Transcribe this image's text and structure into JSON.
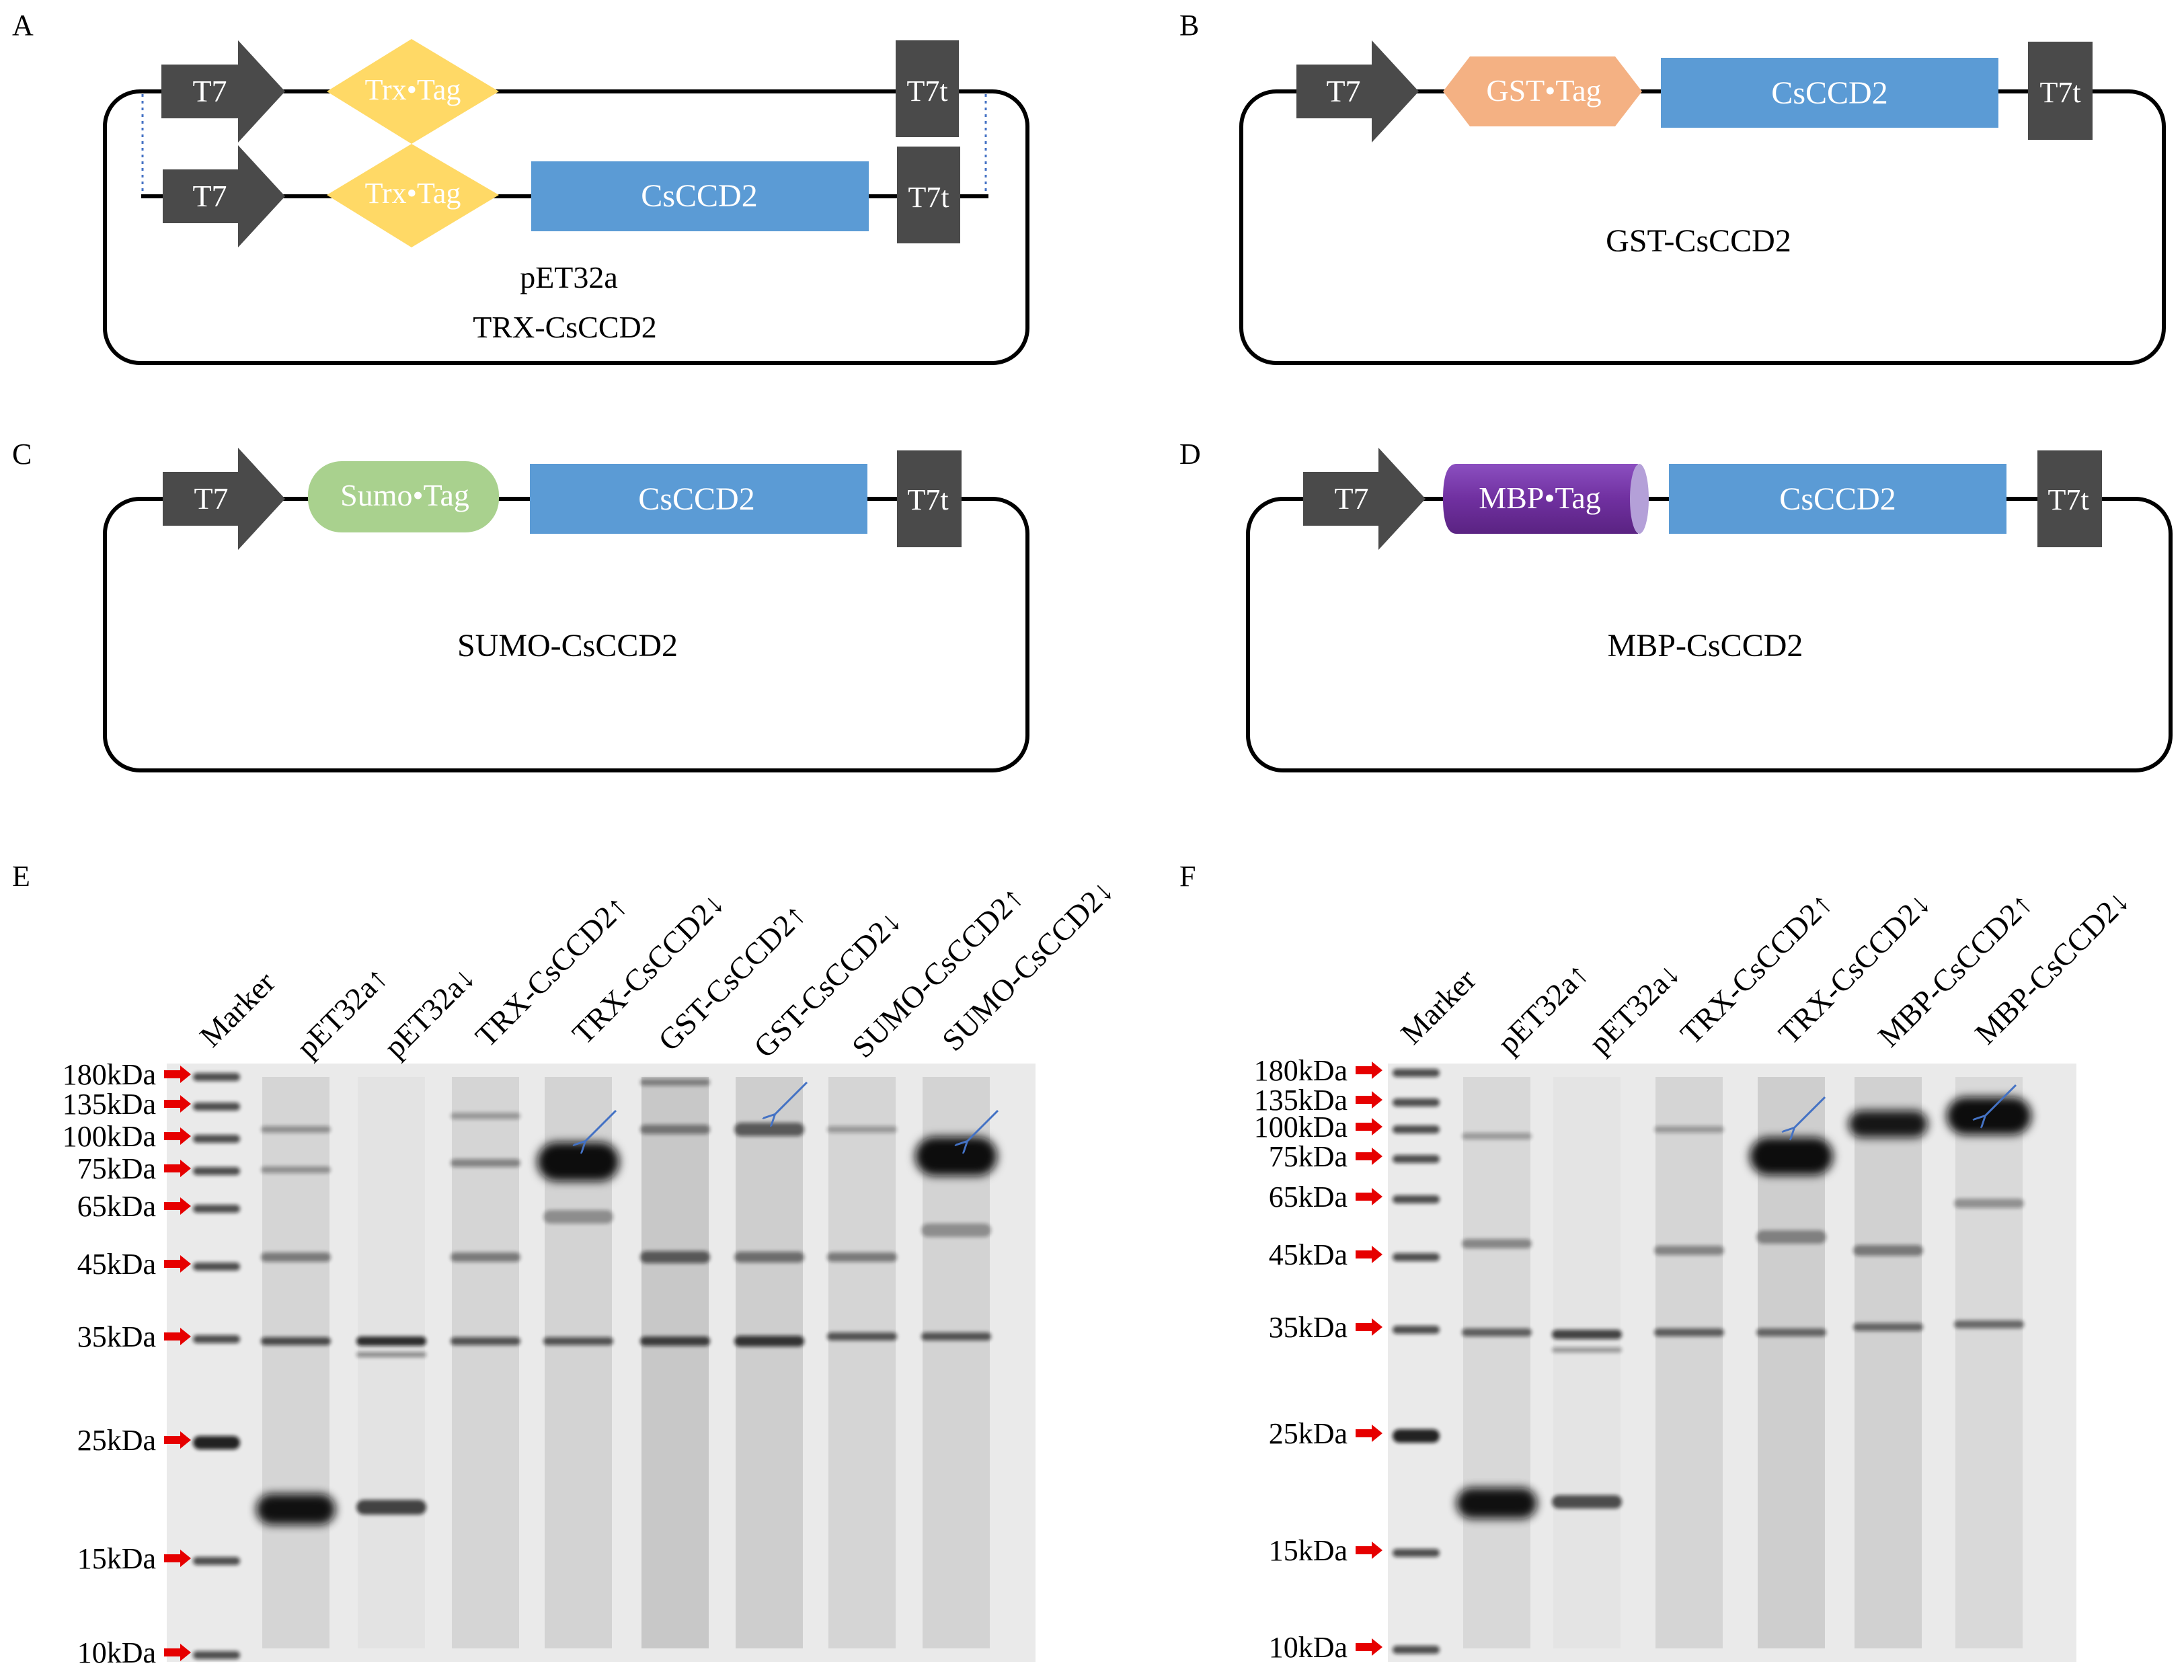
{
  "colors": {
    "promoter": "#4a4a4a",
    "trx_tag": "#ffd966",
    "gst_tag": "#f4b183",
    "sumo_tag": "#a9d18e",
    "mbp_tag": "#7030a0",
    "mbp_cap": "#b4a0d8",
    "gene": "#5b9bd5",
    "marker_arrow": "#e60000",
    "annotation_arrow": "#4472c4"
  },
  "panels": {
    "A": {
      "letter": "A",
      "promoter": "T7",
      "terminator": "T7t",
      "tag": "Trx•Tag",
      "gene": "CsCCD2",
      "vector_label": "pET32a",
      "construct_label": "TRX-CsCCD2"
    },
    "B": {
      "letter": "B",
      "promoter": "T7",
      "terminator": "T7t",
      "tag": "GST•Tag",
      "gene": "CsCCD2",
      "construct_label": "GST-CsCCD2"
    },
    "C": {
      "letter": "C",
      "promoter": "T7",
      "terminator": "T7t",
      "tag": "Sumo•Tag",
      "gene": "CsCCD2",
      "construct_label": "SUMO-CsCCD2"
    },
    "D": {
      "letter": "D",
      "promoter": "T7",
      "terminator": "T7t",
      "tag": "MBP•Tag",
      "gene": "CsCCD2",
      "construct_label": "MBP-CsCCD2"
    }
  },
  "gels": {
    "E": {
      "letter": "E",
      "lanes": [
        "Marker",
        "pET32a↑",
        "pET32a↓",
        "TRX-CsCCD2↑",
        "TRX-CsCCD2↓",
        "GST-CsCCD2↑",
        "GST-CsCCD2↓",
        "SUMO-CsCCD2↑",
        "SUMO-CsCCD2↓"
      ],
      "marker_sizes": [
        "180kDa",
        "135kDa",
        "100kDa",
        "75kDa",
        "65kDa",
        "45kDa",
        "35kDa",
        "25kDa",
        "15kDa",
        "10kDa"
      ]
    },
    "F": {
      "letter": "F",
      "lanes": [
        "Marker",
        "pET32a↑",
        "pET32a↓",
        "TRX-CsCCD2↑",
        "TRX-CsCCD2↓",
        "MBP-CsCCD2↑",
        "MBP-CsCCD2↓"
      ],
      "marker_sizes": [
        "180kDa",
        "135kDa",
        "100kDa",
        "75kDa",
        "65kDa",
        "45kDa",
        "35kDa",
        "25kDa",
        "15kDa",
        "10kDa"
      ]
    }
  }
}
